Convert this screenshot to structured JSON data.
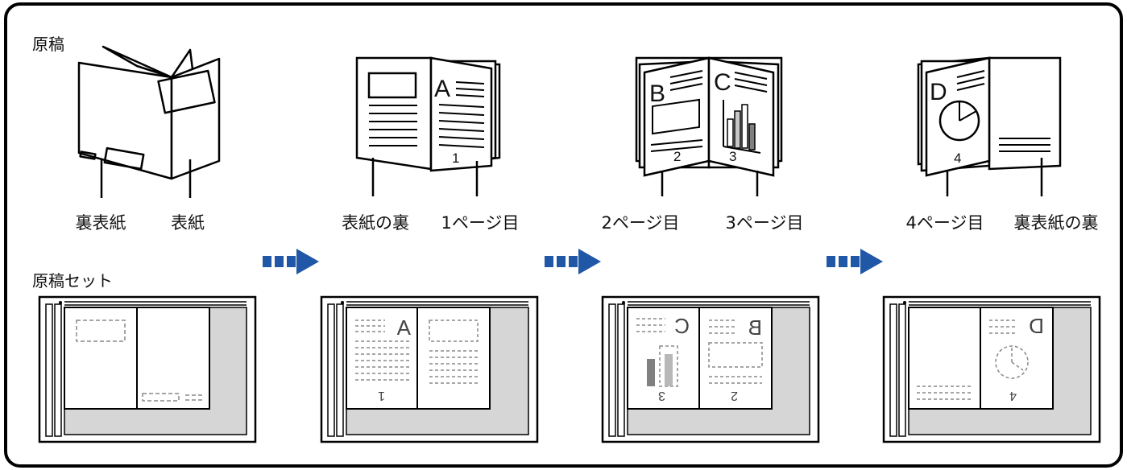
{
  "labels": {
    "original": "原稿",
    "original_set": "原稿セット"
  },
  "steps": [
    {
      "left_label": "裏表紙",
      "right_label": "表紙"
    },
    {
      "left_label": "表紙の裏",
      "right_label": "1ページ目"
    },
    {
      "left_label": "2ページ目",
      "right_label": "3ページ目"
    },
    {
      "left_label": "4ページ目",
      "right_label": "裏表紙の裏"
    }
  ],
  "page_marks": {
    "page1_letter": "A",
    "page1_num": "1",
    "page2_letter": "B",
    "page2_num": "2",
    "page3_letter": "C",
    "page3_num": "3",
    "page4_letter": "D",
    "page4_num": "4"
  },
  "colors": {
    "arrow": "#2057A6",
    "frame": "#000000",
    "glass_gray": "#D6D6D6",
    "dash": "#888888"
  }
}
